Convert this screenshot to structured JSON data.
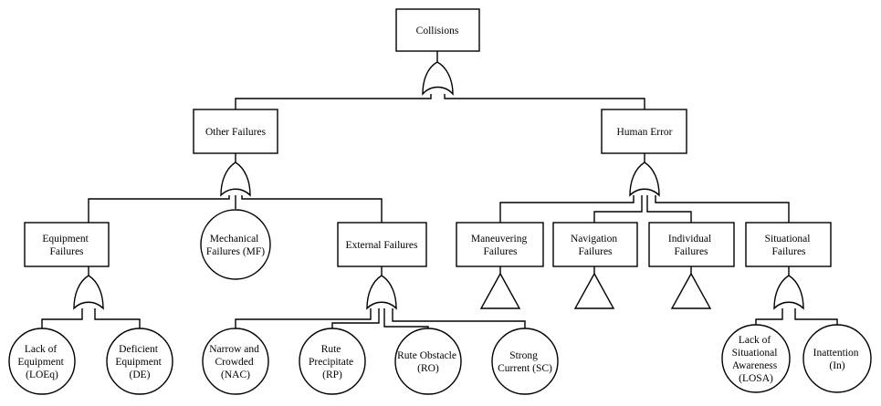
{
  "nodes": {
    "collisions": [
      "Collisions"
    ],
    "other_failures": [
      "Other Failures"
    ],
    "human_error": [
      "Human Error"
    ],
    "equipment_failures": [
      "Equipment",
      "Failures"
    ],
    "mechanical_failures": [
      "Mechanical",
      "Failures (MF)"
    ],
    "external_failures": [
      "External Failures"
    ],
    "maneuvering_failures": [
      "Maneuvering",
      "Failures"
    ],
    "navigation_failures": [
      "Navigation",
      "Failures"
    ],
    "individual_failures": [
      "Individual",
      "Failures"
    ],
    "situational_failures": [
      "Situational",
      "Failures"
    ],
    "lack_of_equipment": [
      "Lack of",
      "Equipment",
      "(LOEq)"
    ],
    "deficient_equipment": [
      "Deficient",
      "Equipment",
      "(DE)"
    ],
    "narrow_crowded": [
      "Narrow and",
      "Crowded",
      "(NAC)"
    ],
    "rute_precipitate": [
      "Rute",
      "Precipitate",
      "(RP)"
    ],
    "rute_obstacle": [
      "Rute Obstacle",
      "(RO)"
    ],
    "strong_current": [
      "Strong",
      "Current (SC)"
    ],
    "lack_situational_awareness": [
      "Lack of",
      "Situational",
      "Awareness",
      "(LOSA)"
    ],
    "inattention": [
      "Inattention",
      "(In)"
    ]
  }
}
